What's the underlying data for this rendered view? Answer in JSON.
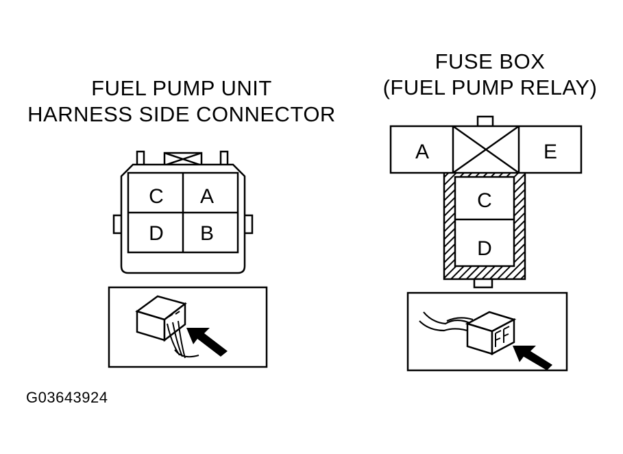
{
  "left_connector": {
    "title_line1": "FUEL PUMP UNIT",
    "title_line2": "HARNESS SIDE CONNECTOR",
    "pins": {
      "top_left": "C",
      "top_right": "A",
      "bottom_left": "D",
      "bottom_right": "B"
    }
  },
  "right_connector": {
    "title_line1": "FUSE BOX",
    "title_line2": "(FUEL PUMP RELAY)",
    "pins": {
      "left": "A",
      "right": "E",
      "middle": "C",
      "bottom": "D"
    }
  },
  "diagram_code": "G03643924"
}
